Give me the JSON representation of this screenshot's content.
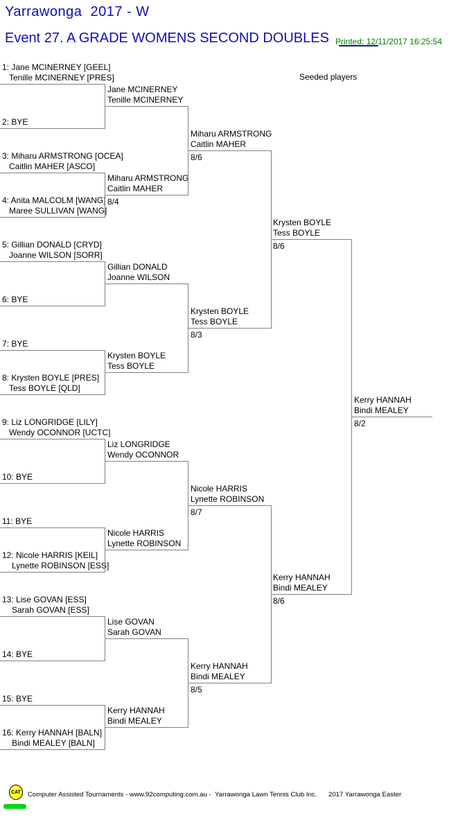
{
  "header": {
    "tournament": "Yarrawonga  2017 - W",
    "event": "Event 27. A GRADE WOMENS SECOND DOUBLES",
    "printed": "Printed: 12/11/2017 16:25:54",
    "seeded_label": "Seeded players"
  },
  "bracket": {
    "entries": [
      {
        "lines": [
          "1: Jane MCINERNEY [GEEL]",
          "Tenille MCINERNEY [PRES]"
        ]
      },
      {
        "lines": [
          "2: BYE"
        ]
      },
      {
        "lines": [
          "3: Miharu ARMSTRONG [OCEA]",
          "Caitlin MAHER [ASCO]"
        ]
      },
      {
        "lines": [
          "4: Anita MALCOLM [WANG]",
          "Maree SULLIVAN [WANG]"
        ]
      },
      {
        "lines": [
          "5: Gillian DONALD [CRYD]",
          "Joanne WILSON [SORR]"
        ]
      },
      {
        "lines": [
          "6: BYE"
        ]
      },
      {
        "lines": [
          "7: BYE"
        ]
      },
      {
        "lines": [
          "8: Krysten BOYLE [PRES]",
          "Tess BOYLE [QLD]"
        ]
      },
      {
        "lines": [
          "9: Liz LONGRIDGE [LILY]",
          "Wendy OCONNOR [UCTC]"
        ]
      },
      {
        "lines": [
          "10: BYE"
        ]
      },
      {
        "lines": [
          "11: BYE"
        ]
      },
      {
        "lines": [
          "12: Nicole HARRIS [KEIL]",
          "Lynette ROBINSON [ESS]"
        ]
      },
      {
        "lines": [
          "13: Lise GOVAN [ESS]",
          "Sarah GOVAN [ESS]"
        ]
      },
      {
        "lines": [
          "14: BYE"
        ]
      },
      {
        "lines": [
          "15: BYE"
        ]
      },
      {
        "lines": [
          "16: Kerry HANNAH [BALN]",
          "Bindi MEALEY [BALN]"
        ]
      }
    ],
    "round2": [
      {
        "names": [
          "Jane MCINERNEY",
          "Tenille MCINERNEY"
        ],
        "score": ""
      },
      {
        "names": [
          "Miharu ARMSTRONG",
          "Caitlin MAHER"
        ],
        "score": "8/4"
      },
      {
        "names": [
          "Gillian DONALD",
          "Joanne WILSON"
        ],
        "score": ""
      },
      {
        "names": [
          "Krysten BOYLE",
          "Tess BOYLE"
        ],
        "score": ""
      },
      {
        "names": [
          "Liz LONGRIDGE",
          "Wendy OCONNOR"
        ],
        "score": ""
      },
      {
        "names": [
          "Nicole HARRIS",
          "Lynette ROBINSON"
        ],
        "score": ""
      },
      {
        "names": [
          "Lise GOVAN",
          "Sarah GOVAN"
        ],
        "score": ""
      },
      {
        "names": [
          "Kerry HANNAH",
          "Bindi MEALEY"
        ],
        "score": ""
      }
    ],
    "quarterfinals": [
      {
        "names": [
          "Miharu ARMSTRONG",
          "Caitlin MAHER"
        ],
        "score": "8/6"
      },
      {
        "names": [
          "Krysten BOYLE",
          "Tess BOYLE"
        ],
        "score": "8/3"
      },
      {
        "names": [
          "Nicole HARRIS",
          "Lynette ROBINSON"
        ],
        "score": "8/7"
      },
      {
        "names": [
          "Kerry HANNAH",
          "Bindi MEALEY"
        ],
        "score": "8/5"
      }
    ],
    "semifinals": [
      {
        "names": [
          "Krysten BOYLE",
          "Tess BOYLE"
        ],
        "score": "8/6"
      },
      {
        "names": [
          "Kerry HANNAH",
          "Bindi MEALEY"
        ],
        "score": "8/6"
      }
    ],
    "final": [
      {
        "names": [
          "Kerry HANNAH",
          "Bindi MEALEY"
        ],
        "score": "8/2"
      }
    ]
  },
  "footer": {
    "logo_text": "CAT",
    "credit": "Computer Assisted Tournaments - www.92computing.com.au -  Yarrawonga Lawn Tennis Club Inc.",
    "event_name": "2017 Yarrawonga Easter"
  },
  "colors": {
    "title_blue": "#0f0fb4",
    "printed_green": "#008000",
    "bracket_line_gray": "#808080",
    "logo_yellow": "#ffff33",
    "logo_bar_green": "#00d411",
    "text_black": "#000000"
  }
}
